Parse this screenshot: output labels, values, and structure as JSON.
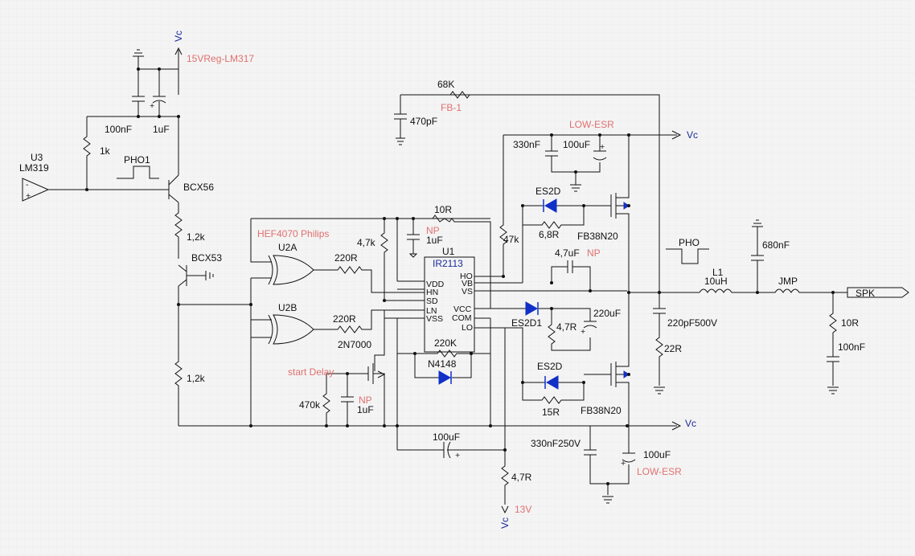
{
  "labels": {
    "vc_top": "Vc",
    "reg": "15VReg-LM317",
    "c100n": "100nF",
    "c1u": "1uF",
    "r1k": "1k",
    "u3": "U3",
    "lm319": "LM319",
    "pho1": "PHO1",
    "bcx56": "BCX56",
    "r12k_a": "1,2k",
    "bcx53": "BCX53",
    "r12k_b": "1,2k",
    "hef": "HEF4070 Philips",
    "u2a": "U2A",
    "u2b": "U2B",
    "r220_a": "220R",
    "r220_b": "220R",
    "r47k_a": "4,7k",
    "r10": "10R",
    "np1": "NP",
    "c1u_b": "1uF",
    "u1": "U1",
    "ir2113": "IR2113",
    "r68k": "68K",
    "fb1": "FB-1",
    "c470p": "470pF",
    "lowesr1": "LOW-ESR",
    "vc1": "Vc",
    "c330n": "330nF",
    "c100u_a": "100uF",
    "es2d_a": "ES2D",
    "r47k": "47k",
    "r68r": "6,8R",
    "fb38_a": "FB38N20",
    "c47u": "4,7uF",
    "np2": "NP",
    "es2d1": "ES2D1",
    "r47r_a": "4,7R",
    "c220u": "220uF",
    "pho": "PHO",
    "c680n": "680nF",
    "l1": "L1",
    "l10u": "10uH",
    "jmp": "JMP",
    "spk": "SPK",
    "c220p": "220pF500V",
    "r22": "22R",
    "r10_b": "10R",
    "c100n_b": "100nF",
    "n2n7000": "2N7000",
    "r220k": "220K",
    "n4148": "N4148",
    "es2d_b": "ES2D",
    "r15": "15R",
    "fb38_b": "FB38N20",
    "vc2": "Vc",
    "start": "start Delay",
    "r470k": "470k",
    "np3": "NP",
    "c1u_c": "1uF",
    "c100u_b": "100uF",
    "c330n250": "330nF250V",
    "c100u_c": "100uF",
    "lowesr2": "LOW-ESR",
    "r47r_b": "4,7R",
    "v13": "13V",
    "vc_bot": "Vc"
  },
  "pins": {
    "vdd": "VDD",
    "hn": "HN",
    "sd": "SD",
    "ln": "LN",
    "vss": "VSS",
    "ho": "HO",
    "vb": "VB",
    "vs": "VS",
    "vcc": "VCC",
    "com": "COM",
    "lo": "LO"
  },
  "colors": {
    "background": "#f4f4f4",
    "wire": "#111111",
    "diode": "#1030c8",
    "part": "#1a2a9a",
    "note": "#e07070"
  }
}
